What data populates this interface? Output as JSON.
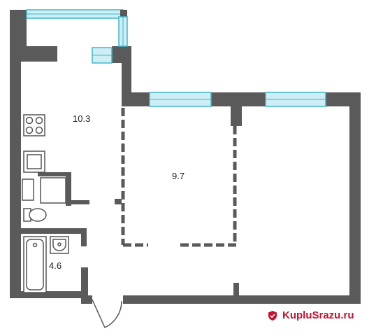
{
  "plan": {
    "rooms": [
      {
        "id": "kitchen",
        "area": "10.3"
      },
      {
        "id": "room",
        "area": "9.7"
      },
      {
        "id": "bathroom",
        "area": "4.6"
      }
    ]
  },
  "colors": {
    "wall": "#5a5a5a",
    "window_fill": "#cceef4",
    "window_frame": "#3fb7cc",
    "fixture_stroke": "#555555",
    "dashed_wall": "#5a5a5a",
    "watermark_text": "#c8102e"
  },
  "watermark": {
    "text": "KupluSrazu.ru",
    "icon": "logo-shield-icon"
  }
}
